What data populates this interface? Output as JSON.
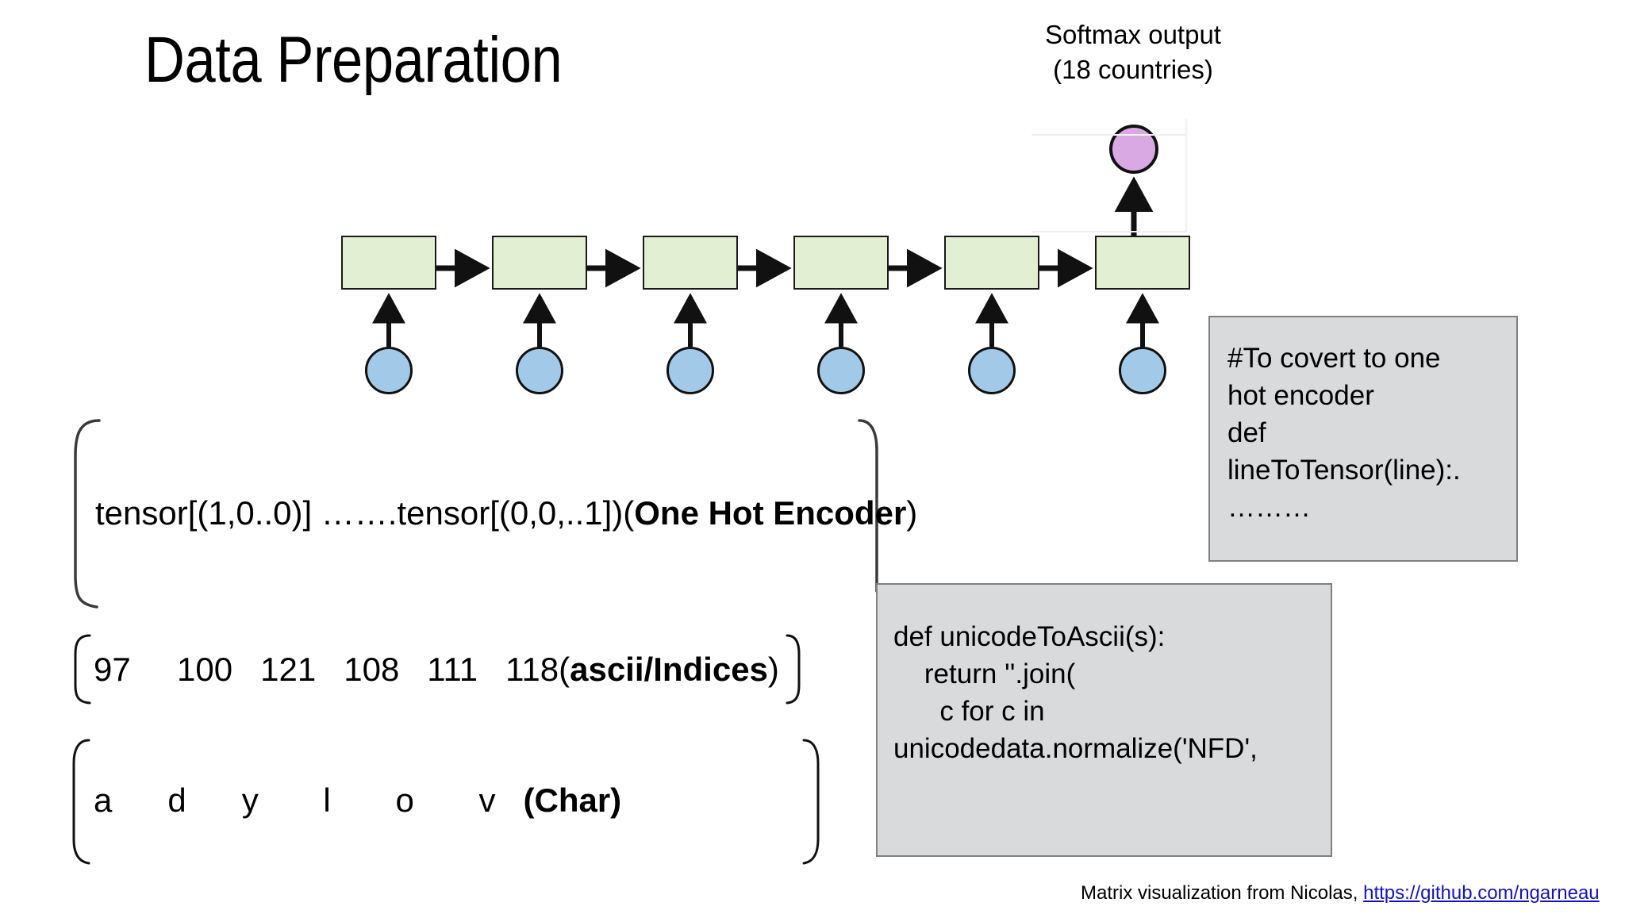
{
  "slide": {
    "title": "Data Preparation",
    "background": "#ffffff"
  },
  "softmax": {
    "line1": "Softmax output",
    "line2": "(18 countries)"
  },
  "diagram": {
    "type": "rnn-unrolled",
    "cell_count": 6,
    "input_count": 6,
    "colors": {
      "cell_fill": "#e3efd3",
      "input_fill": "#a3c9e8",
      "output_fill": "#d9a9e4",
      "stroke": "#111111"
    },
    "cells": [
      {
        "label": ""
      },
      {
        "label": ""
      },
      {
        "label": ""
      },
      {
        "label": ""
      },
      {
        "label": ""
      },
      {
        "label": ""
      }
    ],
    "inputs": [
      {
        "label": ""
      },
      {
        "label": ""
      },
      {
        "label": ""
      },
      {
        "label": ""
      },
      {
        "label": ""
      },
      {
        "label": ""
      }
    ],
    "output": {
      "label": ""
    }
  },
  "matrix": {
    "tensor_row": {
      "text": "tensor[(1,0..0)] …….tensor[(0,0,..1])(",
      "bold": "One Hot Encoder",
      "suffix": ")"
    },
    "ascii_row": {
      "values": [
        "97",
        "100",
        "121",
        "108",
        "111",
        "118"
      ],
      "text": "97     100   121   108   111   118(",
      "bold": "ascii/Indices",
      "suffix": ")"
    },
    "char_row": {
      "values": [
        "a",
        "d",
        "y",
        "l",
        "o",
        "v"
      ],
      "text": "a      d      y       l       o       v   ",
      "bold": "(Char)",
      "suffix": ""
    }
  },
  "code_boxes": {
    "one_hot": {
      "text": "#To covert to one\nhot encoder\ndef\nlineToTensor(line):.\n………",
      "fill": "#d9dadc",
      "border": "#7f8084"
    },
    "unicode_to_ascii": {
      "text": "def unicodeToAscii(s):\n    return ''.join(\n      c for c in\nunicodedata.normalize('NFD',",
      "fill": "#d9dadc",
      "border": "#7f8084"
    }
  },
  "footer": {
    "text": "Matrix visualization from Nicolas, ",
    "link_text": "https://github.com/ngarneau",
    "link_color": "#1111cc"
  }
}
